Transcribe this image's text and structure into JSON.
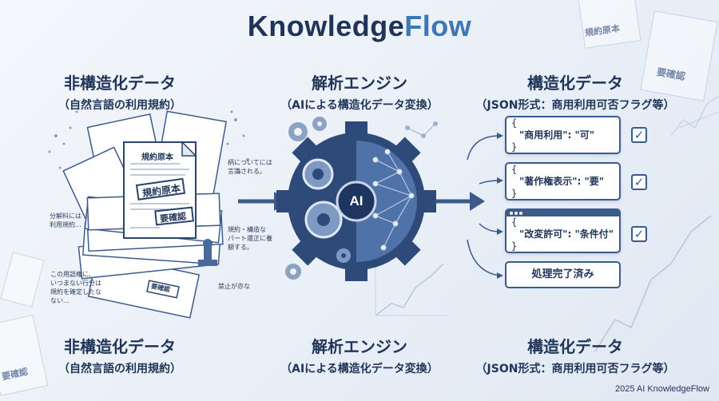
{
  "title": {
    "part1": "Knowledge",
    "part2": "Flow"
  },
  "columns": [
    {
      "heading": "非構造化データ",
      "subheading": "（自然言語の利用規約）"
    },
    {
      "heading": "解析エンジン",
      "subheading": "（AIによる構造化データ変換）"
    },
    {
      "heading": "構造化データ",
      "subheading": "（JSON形式：商用利用可否フラグ等）"
    }
  ],
  "documents": {
    "doc_title": "規約原本",
    "stamp_1": "規約原本",
    "stamp_2": "要確認",
    "stamp_3": "要確認",
    "stamp_4": "規約原本",
    "stamp_5": "要確認",
    "stamp_6": "要確認",
    "note_1": [
      "分解料には",
      "利用規約..."
    ],
    "note_2": [
      "柄についてには",
      "言識される。"
    ],
    "note_3": [
      "規約・構造な",
      "パート還正に養",
      "額する。"
    ],
    "note_4": [
      "この用語権に、",
      "いつまない行分は",
      "規約を確定したな",
      "ない..."
    ],
    "note_5": [
      "禁止が亦な"
    ]
  },
  "engine": {
    "core_label": "AI"
  },
  "json_cards": [
    {
      "open": "{",
      "line": "\"商用利用\": \"可\"",
      "close": "}",
      "checked": "✓"
    },
    {
      "open": "{",
      "line": "\"著作権表示\": \"要\"",
      "close": "}",
      "checked": "✓"
    },
    {
      "open": "{",
      "line": "\"改変許可\": \"条件付\"",
      "close": "}",
      "checked": "✓"
    }
  ],
  "status_card": "処理完了済み",
  "footer": "2025 AI KnowledgeFlow",
  "colors": {
    "navy": "#1f3457",
    "accent": "#3d77b8",
    "gear": "#2e4a78",
    "paper": "#ffffff"
  }
}
